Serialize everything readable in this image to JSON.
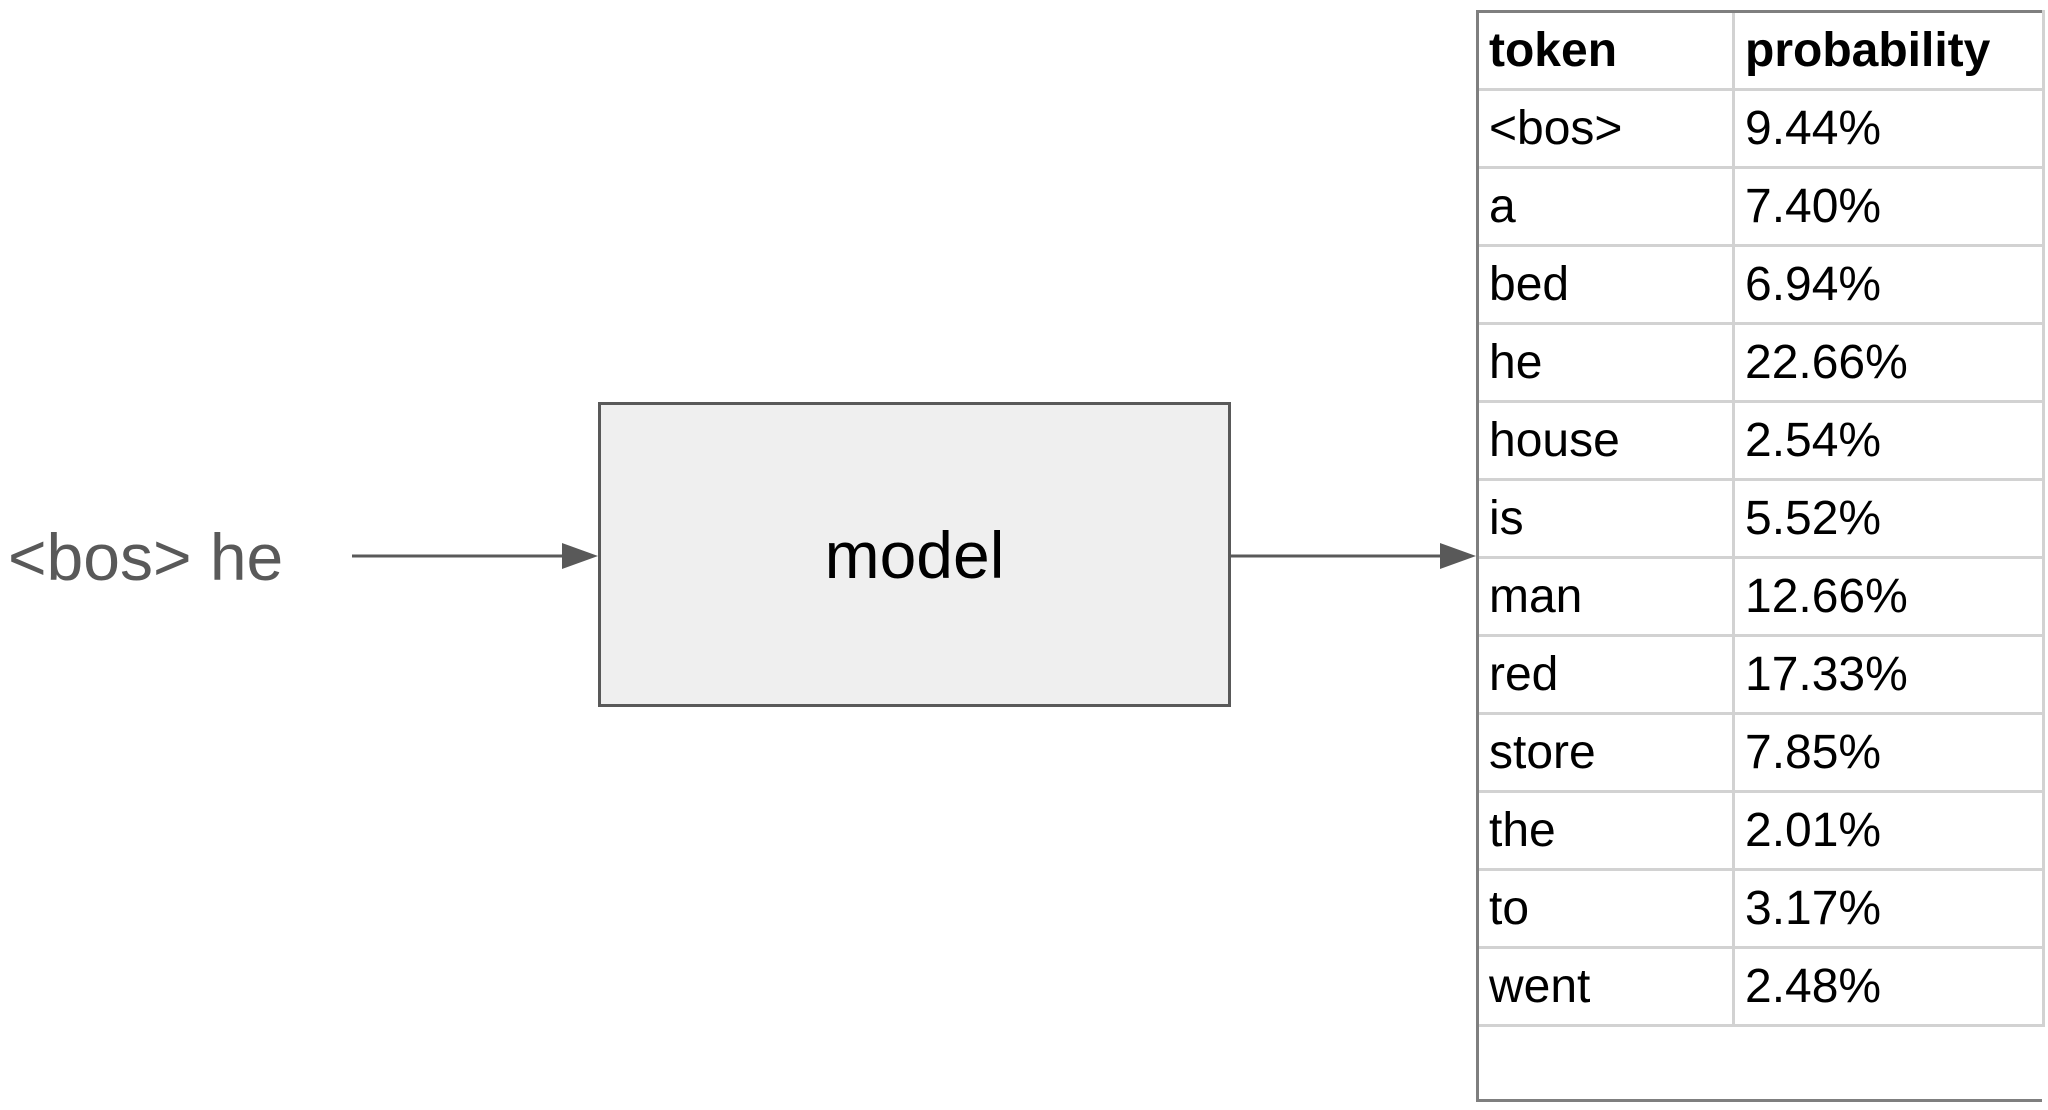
{
  "input": {
    "text": "<bos> he"
  },
  "model": {
    "label": "model"
  },
  "table": {
    "headers": [
      "token",
      "probability"
    ],
    "rows": [
      {
        "token": "<bos>",
        "probability": "9.44%"
      },
      {
        "token": "a",
        "probability": "7.40%"
      },
      {
        "token": "bed",
        "probability": "6.94%"
      },
      {
        "token": "he",
        "probability": "22.66%"
      },
      {
        "token": "house",
        "probability": "2.54%"
      },
      {
        "token": "is",
        "probability": "5.52%"
      },
      {
        "token": "man",
        "probability": "12.66%"
      },
      {
        "token": "red",
        "probability": "17.33%"
      },
      {
        "token": "store",
        "probability": "7.85%"
      },
      {
        "token": "the",
        "probability": "2.01%"
      },
      {
        "token": "to",
        "probability": "3.17%"
      },
      {
        "token": "went",
        "probability": "2.48%"
      }
    ]
  },
  "colors": {
    "arrow": "#595959",
    "box_fill": "#efefef",
    "box_border": "#595959",
    "grid": "#d2d2d2"
  }
}
